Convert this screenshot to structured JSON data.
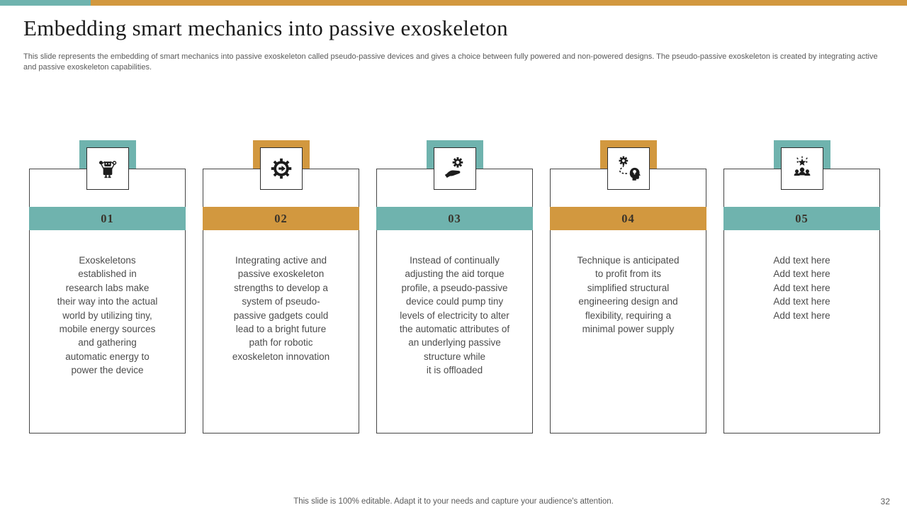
{
  "slide": {
    "title": "Embedding smart mechanics into passive exoskeleton",
    "subtitle": "This slide represents the embedding of smart mechanics into passive exoskeleton called pseudo-passive devices and gives a choice between fully powered and non-powered designs. The pseudo-passive exoskeleton is created by integrating active and passive exoskeleton capabilities.",
    "footer_note": "This slide is 100% editable. Adapt it to your needs and capture your audience's attention.",
    "page_number": "32"
  },
  "theme": {
    "teal": "#6fb3ae",
    "orange": "#d2983f"
  },
  "columns": [
    {
      "number": "01",
      "accent": "teal",
      "icon": "robot-icon",
      "body": "Exoskeletons\nestablished in\nresearch labs make\ntheir way into the actual\nworld by utilizing tiny,\nmobile energy sources\nand gathering\nautomatic energy to\npower the device"
    },
    {
      "number": "02",
      "accent": "orange",
      "icon": "gear-arrow-icon",
      "body": "Integrating active and\npassive exoskeleton\nstrengths to develop a\nsystem of pseudo-\npassive gadgets could\nlead to a bright future\npath for robotic\nexoskeleton innovation"
    },
    {
      "number": "03",
      "accent": "teal",
      "icon": "hand-gear-icon",
      "body": "Instead of continually\nadjusting the aid torque\nprofile, a pseudo-passive\ndevice could pump tiny\nlevels of electricity to alter\nthe automatic attributes of\nan underlying passive\nstructure while\nit is offloaded"
    },
    {
      "number": "04",
      "accent": "orange",
      "icon": "idea-process-icon",
      "body": "Technique is anticipated\nto profit from its\nsimplified structural\nengineering design and\nflexibility, requiring a\nminimal power supply"
    },
    {
      "number": "05",
      "accent": "teal",
      "icon": "team-star-icon",
      "body": "Add text here\nAdd text here\nAdd text here\nAdd text here\nAdd text here"
    }
  ]
}
